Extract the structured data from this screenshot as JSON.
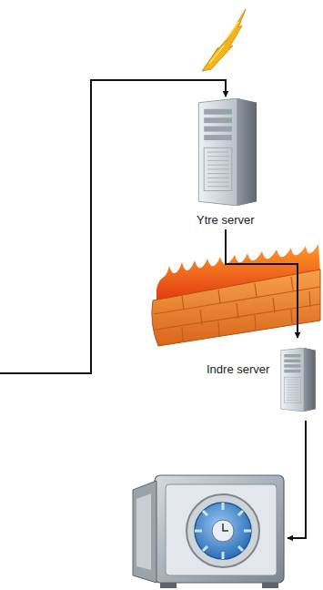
{
  "diagram": {
    "nodes": [
      {
        "text": [
          "Ytre server"
        ]
      },
      {
        "text": [
          "Indre server"
        ]
      }
    ],
    "edges": [
      {
        "from": 0,
        "to": 1,
        "arrow": "to"
      }
    ]
  }
}
